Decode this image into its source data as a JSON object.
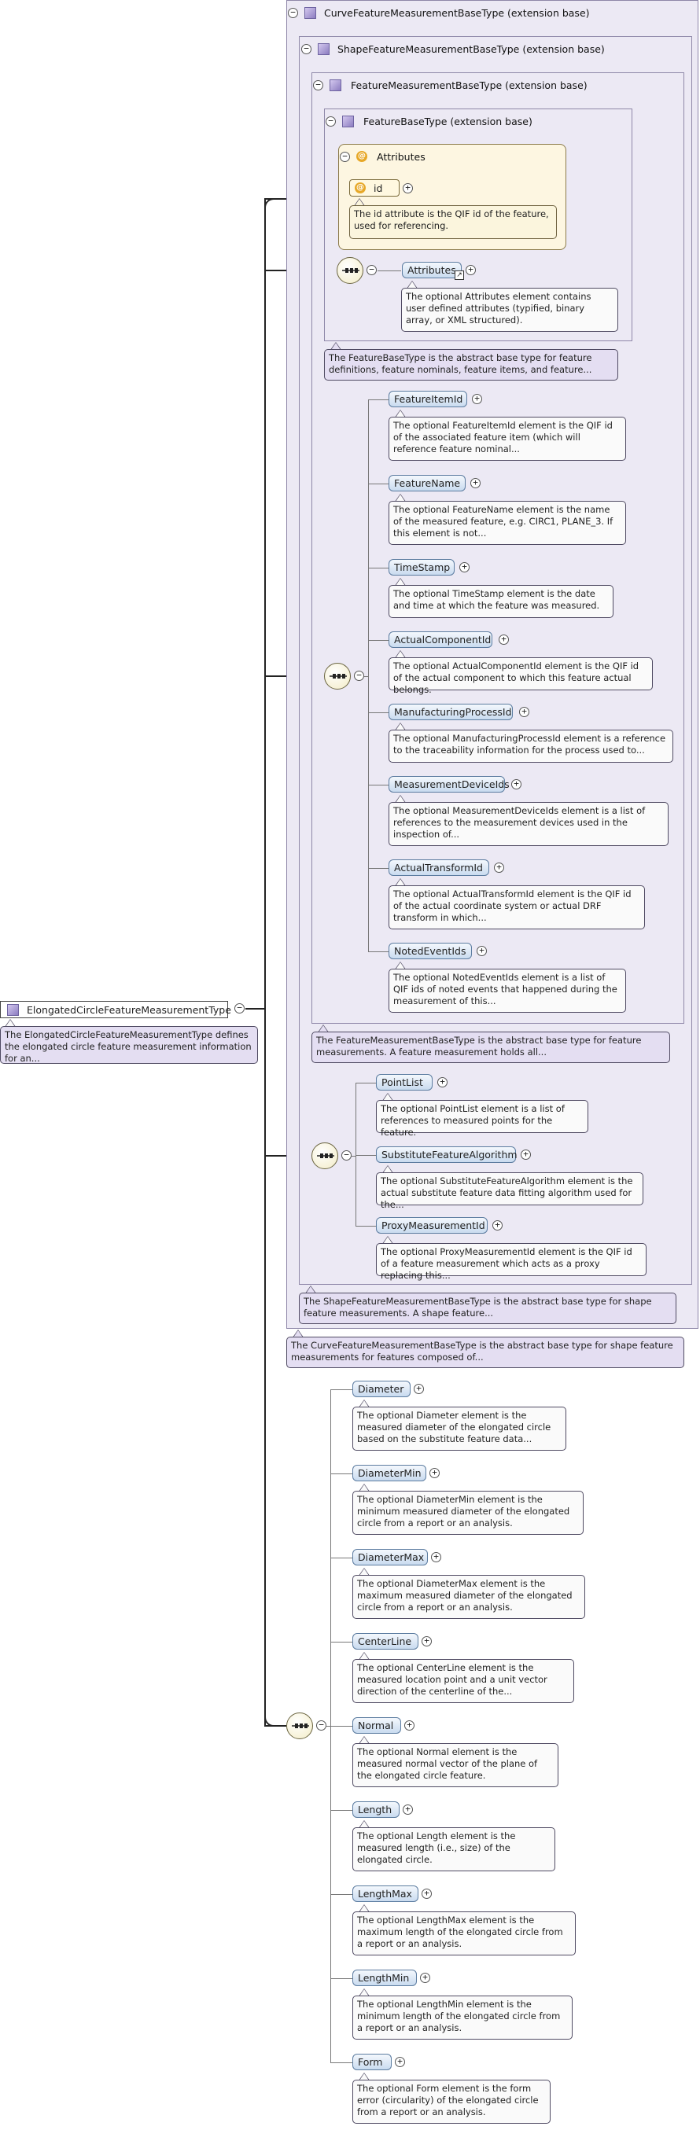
{
  "root": {
    "name": "ElongatedCircleFeatureMeasurementType",
    "doc": "The ElongatedCircleFeatureMeasurementType defines the elongated circle feature measurement information for an..."
  },
  "curve": {
    "title": "CurveFeatureMeasurementBaseType (extension base)",
    "doc": "The CurveFeatureMeasurementBaseType is the abstract base type for shape feature measurements for features composed of..."
  },
  "shape": {
    "title": "ShapeFeatureMeasurementBaseType (extension base)",
    "doc": "The ShapeFeatureMeasurementBaseType is the abstract base type for shape feature measurements. A shape feature..."
  },
  "featmeas": {
    "title": "FeatureMeasurementBaseType (extension base)",
    "doc": "The FeatureMeasurementBaseType is the abstract base type for feature measurements. A feature measurement holds all..."
  },
  "featbase": {
    "title": "FeatureBaseType (extension base)",
    "doc": "The FeatureBaseType is the abstract base type for feature definitions, feature nominals, feature items, and feature..."
  },
  "attributes": {
    "label": "Attributes",
    "id_name": "id",
    "id_doc": "The id attribute is the QIF id of the feature, used for referencing."
  },
  "attributes_el": {
    "name": "Attributes",
    "doc": "The optional Attributes element contains user defined attributes (typified, binary array, or XML structured)."
  },
  "featmeas_elements": [
    {
      "name": "FeatureItemId",
      "doc": "The optional FeatureItemId element is the QIF id of the associated feature item (which will reference feature nominal..."
    },
    {
      "name": "FeatureName",
      "doc": "The optional FeatureName element is the name of the measured feature, e.g. CIRC1, PLANE_3. If this element is not..."
    },
    {
      "name": "TimeStamp",
      "doc": "The optional TimeStamp element is the date and time at which the feature was measured."
    },
    {
      "name": "ActualComponentId",
      "doc": "The optional ActualComponentId element is the QIF id of the actual component to which this feature actual belongs."
    },
    {
      "name": "ManufacturingProcessId",
      "doc": "The optional ManufacturingProcessId element is a reference to the traceability information for the process used to..."
    },
    {
      "name": "MeasurementDeviceIds",
      "doc": "The optional MeasurementDeviceIds element is a list of references to the measurement devices used in the inspection of..."
    },
    {
      "name": "ActualTransformId",
      "doc": "The optional ActualTransformId element is the QIF id of the actual coordinate system or actual DRF transform in which..."
    },
    {
      "name": "NotedEventIds",
      "doc": "The optional NotedEventIds element is a list of QIF ids of noted events that happened during the measurement of this..."
    }
  ],
  "shape_elements": [
    {
      "name": "PointList",
      "doc": "The optional PointList element is a list of references to measured points for the feature."
    },
    {
      "name": "SubstituteFeatureAlgorithm",
      "doc": "The optional SubstituteFeatureAlgorithm element is the actual substitute feature data fitting algorithm used for the..."
    },
    {
      "name": "ProxyMeasurementId",
      "doc": "The optional ProxyMeasurementId element is the QIF id of a feature measurement which acts as a proxy replacing this..."
    }
  ],
  "own_elements": [
    {
      "name": "Diameter",
      "doc": "The optional Diameter element is the measured diameter of the elongated circle based on the substitute feature data..."
    },
    {
      "name": "DiameterMin",
      "doc": "The optional DiameterMin element is the minimum measured diameter of the elongated circle from a report or an analysis."
    },
    {
      "name": "DiameterMax",
      "doc": "The optional DiameterMax element is the maximum measured diameter of the elongated circle from a report or an analysis."
    },
    {
      "name": "CenterLine",
      "doc": "The optional CenterLine element is the measured location point and a unit vector direction of the centerline of the..."
    },
    {
      "name": "Normal",
      "doc": "The optional Normal element is the measured normal vector of the plane of the elongated circle feature."
    },
    {
      "name": "Length",
      "doc": "The optional Length element is the measured length (i.e., size) of the elongated circle."
    },
    {
      "name": "LengthMax",
      "doc": "The optional LengthMax element is the maximum length of the elongated circle from a report or an analysis."
    },
    {
      "name": "LengthMin",
      "doc": "The optional LengthMin element is the minimum length of the elongated circle from a report or an analysis."
    },
    {
      "name": "Form",
      "doc": "The optional Form element is the form error (circularity) of the elongated circle from a report or an analysis."
    }
  ],
  "icons": {
    "sequence": "sequence-compositor-icon",
    "type": "complex-type-icon",
    "attribute": "attribute-icon"
  }
}
